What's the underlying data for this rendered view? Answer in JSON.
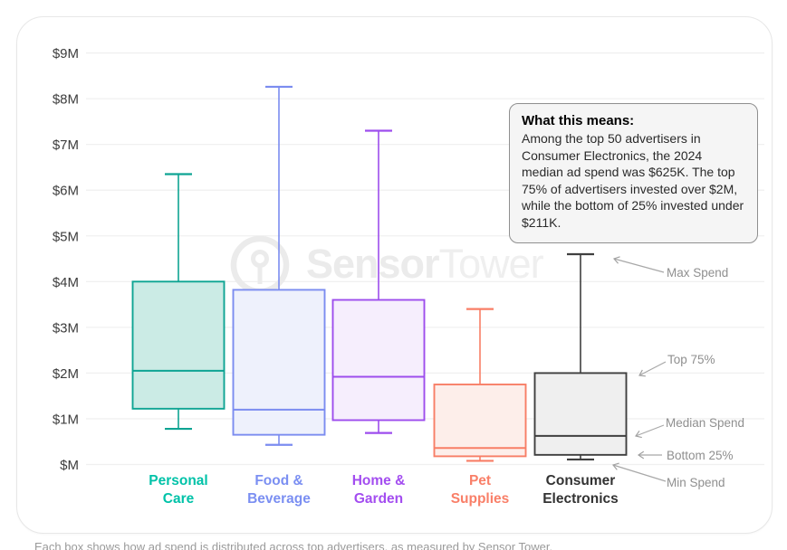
{
  "watermark": {
    "bold": "Sensor",
    "light": "Tower"
  },
  "annotation": {
    "title": "What this means:",
    "body": "Among the top 50 advertisers in Consumer Electronics, the 2024 median ad spend was $625K. The top 75% of advertisers invested over $2M, while the bottom of 25% invested under $211K."
  },
  "callouts": [
    {
      "id": "max-spend",
      "label": "Max Spend"
    },
    {
      "id": "top-75",
      "label": "Top 75%"
    },
    {
      "id": "median-spend",
      "label": "Median Spend"
    },
    {
      "id": "bottom-25",
      "label": "Bottom 25%"
    },
    {
      "id": "min-spend",
      "label": "Min Spend"
    }
  ],
  "caption": "Each box shows how ad spend is distributed across top advertisers, as measured by Sensor Tower.",
  "chart_data": {
    "type": "boxplot",
    "title": "",
    "xlabel": "",
    "ylabel": "",
    "unit": "$M",
    "ylim": [
      0,
      9.4
    ],
    "grid": true,
    "y_ticks": [
      {
        "label": "$9M",
        "value": 9
      },
      {
        "label": "$8M",
        "value": 8
      },
      {
        "label": "$7M",
        "value": 7
      },
      {
        "label": "$6M",
        "value": 6
      },
      {
        "label": "$5M",
        "value": 5
      },
      {
        "label": "$4M",
        "value": 4
      },
      {
        "label": "$3M",
        "value": 3
      },
      {
        "label": "$2M",
        "value": 2
      },
      {
        "label": "$1M",
        "value": 1
      },
      {
        "label": "$M",
        "value": 0
      }
    ],
    "series": [
      {
        "name": "Personal Care",
        "label_lines": [
          "Personal",
          "Care"
        ],
        "stroke": "#0ea493",
        "fill": "#cbebe5",
        "label_color": "#00c2a8",
        "min": 0.78,
        "q1": 1.22,
        "median": 2.05,
        "q3": 4.0,
        "max": 6.35
      },
      {
        "name": "Food & Beverage",
        "label_lines": [
          "Food &",
          "Beverage"
        ],
        "stroke": "#7b8cf0",
        "fill": "#eef1fc",
        "label_color": "#7b8ff2",
        "min": 0.43,
        "q1": 0.65,
        "median": 1.2,
        "q3": 3.82,
        "max": 8.26
      },
      {
        "name": "Home & Garden",
        "label_lines": [
          "Home &",
          "Garden"
        ],
        "stroke": "#9d4ded",
        "fill": "#f6eefd",
        "label_color": "#a34df0",
        "min": 0.69,
        "q1": 0.97,
        "median": 1.92,
        "q3": 3.6,
        "max": 7.3
      },
      {
        "name": "Pet Supplies",
        "label_lines": [
          "Pet",
          "Supplies"
        ],
        "stroke": "#f87e66",
        "fill": "#fdeeea",
        "label_color": "#f97f68",
        "min": 0.08,
        "q1": 0.18,
        "median": 0.36,
        "q3": 1.75,
        "max": 3.4
      },
      {
        "name": "Consumer Electronics",
        "label_lines": [
          "Consumer",
          "Electronics"
        ],
        "stroke": "#3f3f3f",
        "fill": "#efefef",
        "label_color": "#333333",
        "min": 0.11,
        "q1": 0.211,
        "median": 0.625,
        "q3": 2.0,
        "max": 4.6
      }
    ]
  }
}
